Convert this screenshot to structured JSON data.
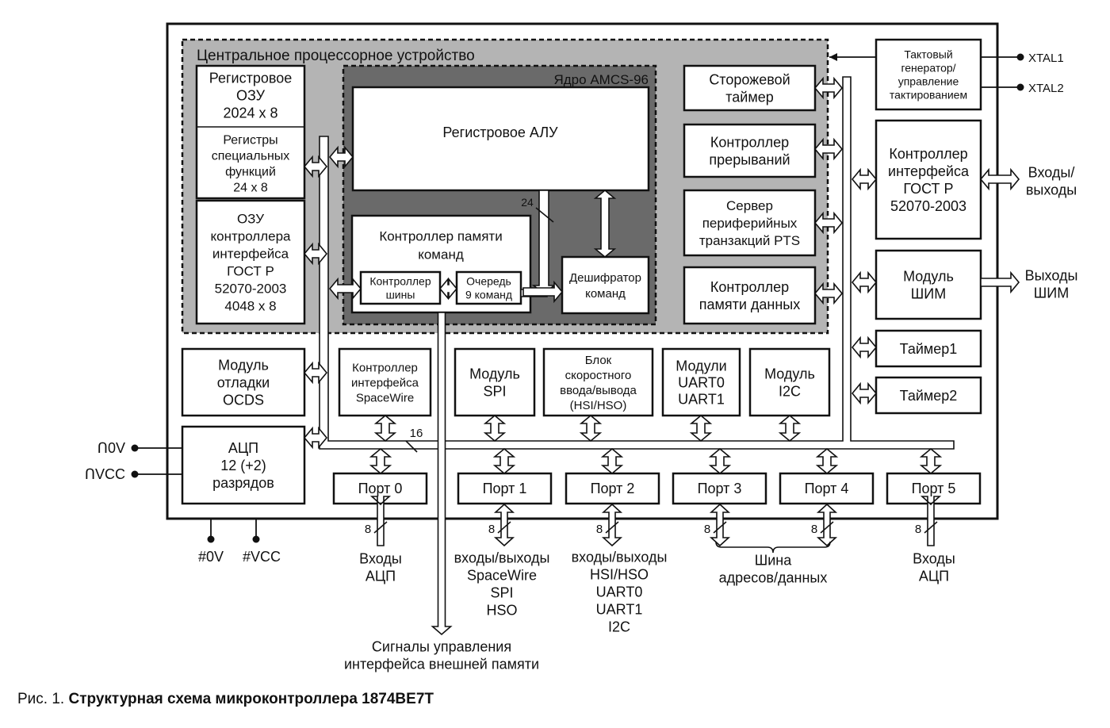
{
  "cpu": {
    "title": "Центральное процессорное устройство"
  },
  "core": {
    "title": "Ядро AMCS-96"
  },
  "reg_ram": {
    "lines": [
      "Регистровое",
      "ОЗУ",
      "2024 x 8"
    ]
  },
  "sfr": {
    "lines": [
      "Регистры",
      "специальных",
      "функций",
      "24 x 8"
    ]
  },
  "gost_ram": {
    "lines": [
      "ОЗУ",
      "контроллера",
      "интерфейса",
      "ГОСТ Р",
      "52070-2003",
      "4048 x 8"
    ]
  },
  "alu": {
    "label": "Регистровое АЛУ"
  },
  "bus_width_24": "24",
  "bus_width_16": "16",
  "cmd_mem_ctrl": {
    "lines": [
      "Контроллер памяти",
      "команд"
    ]
  },
  "bus_ctrl": {
    "lines": [
      "Контроллер",
      "шины"
    ]
  },
  "queue": {
    "lines": [
      "Очередь",
      "9 команд"
    ]
  },
  "decoder": {
    "lines": [
      "Дешифратор",
      "команд"
    ]
  },
  "watchdog": {
    "lines": [
      "Сторожевой",
      "таймер"
    ]
  },
  "irq_ctrl": {
    "lines": [
      "Контроллер",
      "прерываний"
    ]
  },
  "pts": {
    "lines": [
      "Сервер",
      "периферийных",
      "транзакций PTS"
    ]
  },
  "data_mem_ctrl": {
    "lines": [
      "Контроллер",
      "памяти данных"
    ]
  },
  "clock_gen": {
    "lines": [
      "Тактовый",
      "генератор/",
      "управление",
      "тактированием"
    ]
  },
  "xtal1": "XTAL1",
  "xtal2": "XTAL2",
  "gost_ctrl": {
    "lines": [
      "Контроллер",
      "интерфейса",
      "ГОСТ Р",
      "52070-2003"
    ]
  },
  "io_label": {
    "lines": [
      "Входы/",
      "выходы"
    ]
  },
  "pwm": {
    "lines": [
      "Модуль",
      "ШИМ"
    ]
  },
  "pwm_out": {
    "lines": [
      "Выходы",
      "ШИМ"
    ]
  },
  "timer1": "Таймер1",
  "timer2": "Таймер2",
  "ocds": {
    "lines": [
      "Модуль",
      "отладки",
      "OCDS"
    ]
  },
  "spacewire": {
    "lines": [
      "Контроллер",
      "интерфейса",
      "SpaceWire"
    ]
  },
  "spi": {
    "lines": [
      "Модуль",
      "SPI"
    ]
  },
  "hsio": {
    "lines": [
      "Блок",
      "скоростного",
      "ввода/вывода",
      "(HSI/HSO)"
    ]
  },
  "uart": {
    "lines": [
      "Модули",
      "UART0",
      "UART1"
    ]
  },
  "i2c": {
    "lines": [
      "Модуль",
      "I2C"
    ]
  },
  "adc": {
    "lines": [
      "АЦП",
      "12 (+2)",
      "разрядов"
    ]
  },
  "analog_pins": [
    "ՈVCC",
    "Ո0V"
  ],
  "analog_pins_order": [
    "Ո0V",
    "ՈVCC"
  ],
  "power_pins": [
    "#0V",
    "#VCC"
  ],
  "ports": [
    "Порт 0",
    "Порт 1",
    "Порт 2",
    "Порт 3",
    "Порт 4",
    "Порт 5"
  ],
  "port_width": "8",
  "port0_label": {
    "lines": [
      "Входы",
      "АЦП"
    ]
  },
  "port1_label": {
    "lines": [
      "входы/выходы",
      "SpaceWire",
      "SPI",
      "HSO"
    ]
  },
  "port2_label": {
    "lines": [
      "входы/выходы",
      "HSI/HSO",
      "UART0",
      "UART1",
      "I2C"
    ]
  },
  "port34_label": {
    "lines": [
      "Шина",
      "адресов/данных"
    ]
  },
  "port5_label": {
    "lines": [
      "Входы",
      "АЦП"
    ]
  },
  "ext_mem": {
    "lines": [
      "Сигналы управления",
      "интерфейса внешней памяти"
    ]
  },
  "caption": {
    "prefix": "Рис. 1. ",
    "title": "Структурная схема микроконтроллера 1874ВЕ7Т"
  },
  "colors": {
    "cpu_fill": "#b4b4b4",
    "core_fill": "#6a6a6a",
    "block_fill": "#ffffff",
    "line": "#111111"
  }
}
